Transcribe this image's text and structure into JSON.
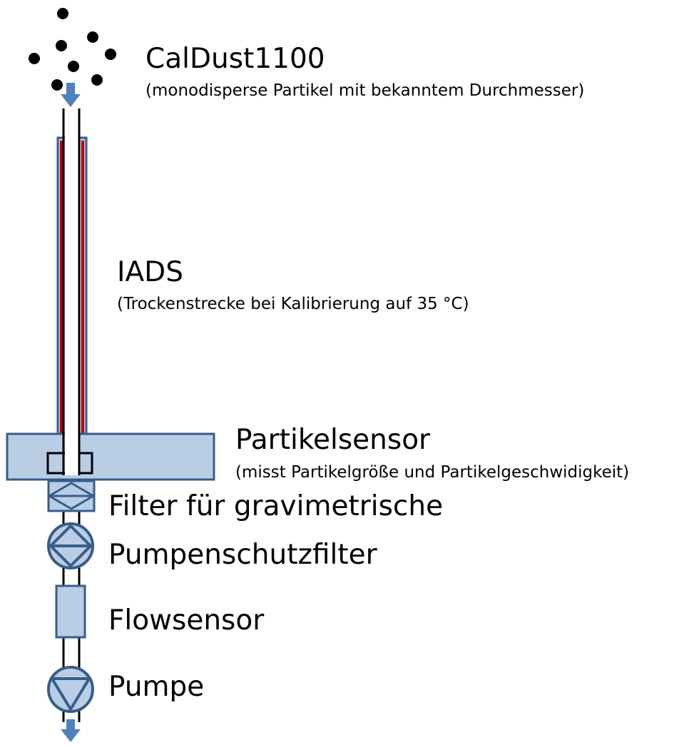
{
  "colors": {
    "component_fill": "#b9cde5",
    "component_stroke": "#385d8a",
    "arrow_fill": "#4f81bd",
    "heater": "#c00000",
    "particle": "#000000",
    "tube": "#000000"
  },
  "icons": {
    "particles": "particle-dots-icon",
    "inlet_arrow": "arrow-down-icon",
    "outlet_arrow": "arrow-down-icon",
    "filter_gravimetric": "filter-diamond-icon",
    "pump_protection_filter": "filter-circle-icon",
    "pump": "pump-triangle-icon"
  },
  "labels": {
    "caldust_title": "CalDust1100",
    "caldust_desc": "(monodisperse Partikel mit bekanntem Durchmesser)",
    "iads_title": "IADS",
    "iads_desc": "(Trockenstrecke bei Kalibrierung auf 35 °C)",
    "sensor_title": "Partikelsensor",
    "sensor_desc": "(misst Partikelgröße und Partikelgeschwidigkeit)",
    "filter_gravimetric": "Filter für gravimetrische",
    "pump_filter": "Pumpenschutzfilter",
    "flowsensor": "Flowsensor",
    "pump": "Pumpe"
  }
}
